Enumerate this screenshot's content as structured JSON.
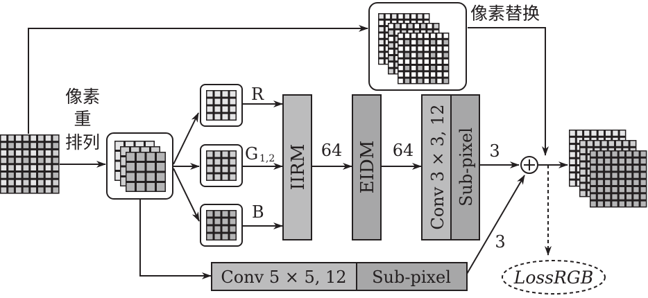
{
  "diagram": {
    "title": "RGB demosaicing network architecture",
    "colors": {
      "stroke": "#231f20",
      "light_cell": "#e6e6e7",
      "mid_cell": "#cfcfd0",
      "dark_cell": "#b5b5b6",
      "white_cell": "#ffffff",
      "module_light": "#bcbcbd",
      "module_dark": "#a7a7a8"
    },
    "labels": {
      "pixel_rearrange_line1": "像素",
      "pixel_rearrange_line2": "重",
      "pixel_rearrange_line3": "排列",
      "pixel_replace": "像素替换",
      "channel_r": "R",
      "channel_g": "G",
      "channel_g_sub": "1,2",
      "channel_b": "B",
      "iirm": "IIRM",
      "eidm": "EIDM",
      "conv3": "Conv 3 × 3, 12",
      "subpixel_top": "Sub-pixel",
      "conv5": "Conv 5 × 5, 12",
      "subpixel_bottom": "Sub-pixel",
      "ch_64_a": "64",
      "ch_64_b": "64",
      "ch_3_top": "3",
      "ch_3_bottom": "3",
      "plus": "+",
      "loss": "LossRGB"
    },
    "nodes": [
      {
        "id": "input-bayer",
        "kind": "grid",
        "grid_size": 8
      },
      {
        "id": "rearranged-stack",
        "kind": "grid-stack",
        "grid_size": 4,
        "layers": 3
      },
      {
        "id": "r-channel",
        "kind": "grid",
        "grid_size": 4
      },
      {
        "id": "g-channel",
        "kind": "grid",
        "grid_size": 4
      },
      {
        "id": "b-channel",
        "kind": "grid",
        "grid_size": 4
      },
      {
        "id": "iirm",
        "kind": "module"
      },
      {
        "id": "eidm",
        "kind": "module"
      },
      {
        "id": "conv3-subpixel",
        "kind": "module"
      },
      {
        "id": "conv5-subpixel",
        "kind": "module"
      },
      {
        "id": "pixel-replace-stack",
        "kind": "grid-stack",
        "grid_size": 8,
        "layers": 3
      },
      {
        "id": "sum",
        "kind": "operator"
      },
      {
        "id": "output-rgb",
        "kind": "grid-stack",
        "grid_size": 8,
        "layers": 3
      },
      {
        "id": "loss",
        "kind": "ellipse"
      }
    ],
    "edges": [
      {
        "from": "input-bayer",
        "to": "rearranged-stack",
        "label": "像素重排列"
      },
      {
        "from": "input-bayer",
        "to": "pixel-replace-stack"
      },
      {
        "from": "rearranged-stack",
        "to": "r-channel"
      },
      {
        "from": "rearranged-stack",
        "to": "g-channel"
      },
      {
        "from": "rearranged-stack",
        "to": "b-channel"
      },
      {
        "from": "rearranged-stack",
        "to": "conv5-subpixel"
      },
      {
        "from": "r-channel",
        "to": "iirm",
        "label": "R"
      },
      {
        "from": "g-channel",
        "to": "iirm",
        "label": "G1,2"
      },
      {
        "from": "b-channel",
        "to": "iirm",
        "label": "B"
      },
      {
        "from": "iirm",
        "to": "eidm",
        "label": "64"
      },
      {
        "from": "eidm",
        "to": "conv3-subpixel",
        "label": "64"
      },
      {
        "from": "conv3-subpixel",
        "to": "sum",
        "label": "3"
      },
      {
        "from": "conv5-subpixel",
        "to": "sum",
        "label": "3"
      },
      {
        "from": "pixel-replace-stack",
        "to": "sum"
      },
      {
        "from": "sum",
        "to": "output-rgb"
      },
      {
        "from": "sum",
        "to": "loss",
        "style": "dashed"
      }
    ]
  }
}
